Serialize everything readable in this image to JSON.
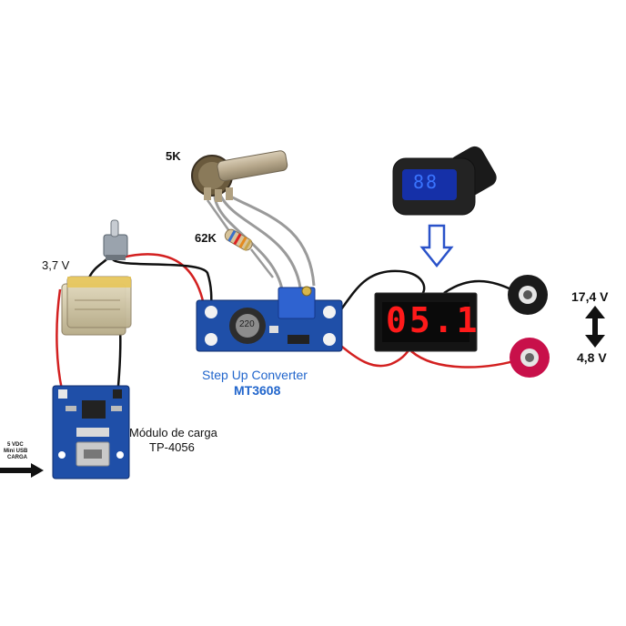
{
  "potentiometer": {
    "label": "5K"
  },
  "resistor": {
    "label": "62K"
  },
  "battery": {
    "label": "3,7 V"
  },
  "converter": {
    "title": "Step Up Converter",
    "model": "MT3608",
    "inductor_marking": "220"
  },
  "charger": {
    "line1": "Módulo de carga",
    "line2": "TP-4056"
  },
  "usb_input": {
    "line1": "5 VDC",
    "line2": "Mini USB",
    "line3": "CARGA"
  },
  "voltmeter": {
    "reading": "05.1",
    "car_reading": "88"
  },
  "voltage_range": {
    "max": "17,4 V",
    "min": "4,8 V"
  },
  "colors": {
    "wire_red": "#d32020",
    "wire_black": "#111111",
    "wire_gray": "#9a9a9a",
    "pcb_blue": "#1f4fa8",
    "pot_blue": "#2f63d0",
    "display_red": "#ff1a1a",
    "accent_blue": "#2266cc"
  }
}
